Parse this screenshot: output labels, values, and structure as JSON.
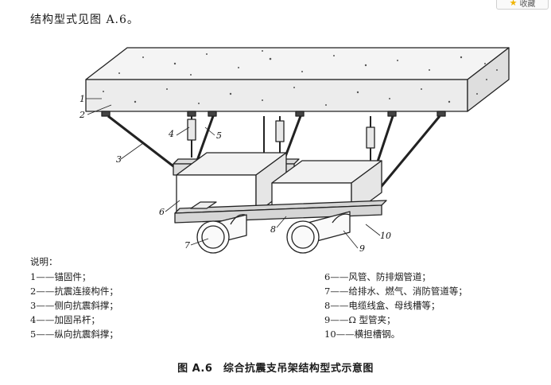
{
  "header": {
    "text": "结构型式见图 A.6。",
    "favorite_label": "收藏"
  },
  "figure": {
    "callouts": [
      "1",
      "2",
      "3",
      "4",
      "5",
      "6",
      "7",
      "8",
      "9",
      "10"
    ]
  },
  "legend": {
    "title": "说明：",
    "left": [
      "1——锚固件；",
      "2——抗震连接构件；",
      "3——侧向抗震斜撑；",
      "4——加固吊杆；",
      "5——纵向抗震斜撑；"
    ],
    "right": [
      "6——风管、防排烟管道；",
      "7——给排水、燃气、消防管道等；",
      "8——电缆线盒、母线槽等；",
      "9——Ω 型管夹；",
      "10——横担槽钢。"
    ]
  },
  "caption": "图 A.6　综合抗震支吊架结构型式示意图"
}
